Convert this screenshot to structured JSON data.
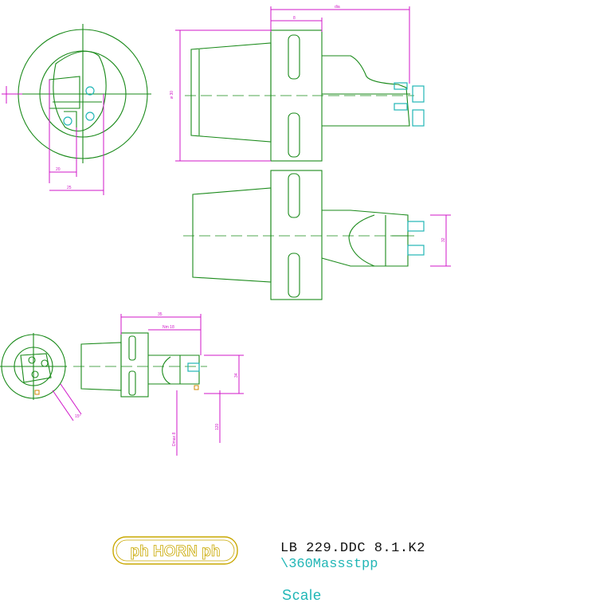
{
  "title_block": {
    "logo_text": "ph HORN ph",
    "part_number": "LB 229.DDC 8.1.K2",
    "reference": "\\360Massstpp",
    "scale_label": "Scale"
  },
  "dimension_labels": {
    "top_overall": "dia",
    "top_short": "8",
    "height_left": "ø 30",
    "circle_a": "20",
    "circle_b": "25",
    "right_height": "32",
    "small_top": "35",
    "small_mid": "Nm  18",
    "small_vert": "34",
    "small_bl": "Dmax 8",
    "small_br": "120",
    "small_angle": "15°"
  },
  "colors": {
    "outline": "#1a8a1a",
    "dimension": "#d017c9",
    "screw": "#21b6b6",
    "logo": "#c9a800",
    "highlight": "#d08a00"
  }
}
